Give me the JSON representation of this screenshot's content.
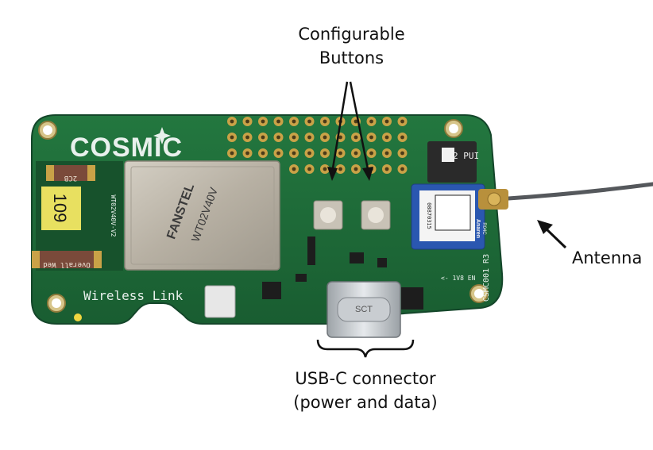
{
  "board": {
    "brand": "COSMIC",
    "silkscreen_label": "Wireless Link",
    "board_id": "CSMC001 R3",
    "edge_marks": "<- 1V8 EN",
    "module": {
      "vendor": "FANSTEL",
      "model": "WT02V40V",
      "side_label": "WT02V40V-V2"
    },
    "sticker_number": "109",
    "component_labels": {
      "capacitor_top": "2CB",
      "capacitor_bottom": "Overall Wed",
      "switch_marks": "2 PUI",
      "usb_connector_mark": "SCT",
      "antenna_module_vendor": "Anaren",
      "antenna_module_model": "R04C",
      "antenna_module_serial": "00870315"
    }
  },
  "callouts": {
    "buttons": {
      "line1": "Configurable",
      "line2": "Buttons"
    },
    "antenna": {
      "text": "Antenna"
    },
    "usb": {
      "line1": "USB-C connector",
      "line2": "(power and data)"
    }
  },
  "colors": {
    "pcb_green": "#1f6b3a",
    "pcb_dark": "#17522c",
    "silkscreen": "#e8f0ec",
    "gold_pad": "#c9a247",
    "module_metal": "#b8b2a6",
    "cable": "#55585c",
    "annotation": "#111111"
  }
}
